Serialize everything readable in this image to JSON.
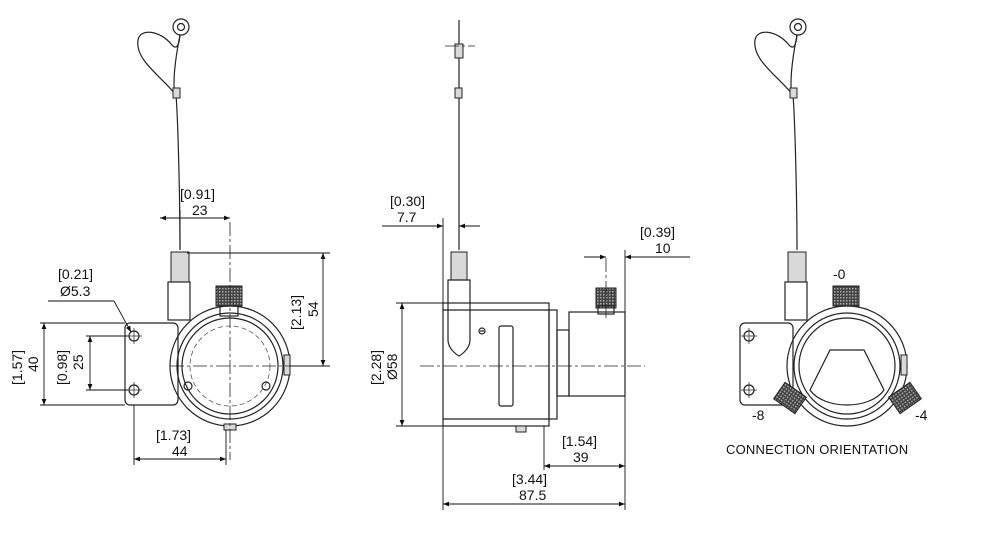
{
  "front_view": {
    "wire_offset": {
      "inch": "[0.91]",
      "mm": "23"
    },
    "mount_hole": {
      "inch": "[0.21]",
      "mm": "Ø5.3"
    },
    "height_to_wire": {
      "inch": "[2.13]",
      "mm": "54"
    },
    "flange_height": {
      "inch": "[1.57]",
      "mm": "40"
    },
    "hole_spacing": {
      "inch": "[0.98]",
      "mm": "25"
    },
    "width": {
      "inch": "[1.73]",
      "mm": "44"
    }
  },
  "side_view": {
    "wire_offset": {
      "inch": "[0.30]",
      "mm": "7.7"
    },
    "connector_offset": {
      "inch": "[0.39]",
      "mm": "10"
    },
    "diameter": {
      "inch": "[2.28]",
      "mm": "Ø58"
    },
    "body_length": {
      "inch": "[1.54]",
      "mm": "39"
    },
    "overall_length": {
      "inch": "[3.44]",
      "mm": "87.5"
    }
  },
  "connection_view": {
    "caption": "CONNECTION ORIENTATION",
    "label_top": "-0",
    "label_left": "-8",
    "label_right": "-4"
  }
}
